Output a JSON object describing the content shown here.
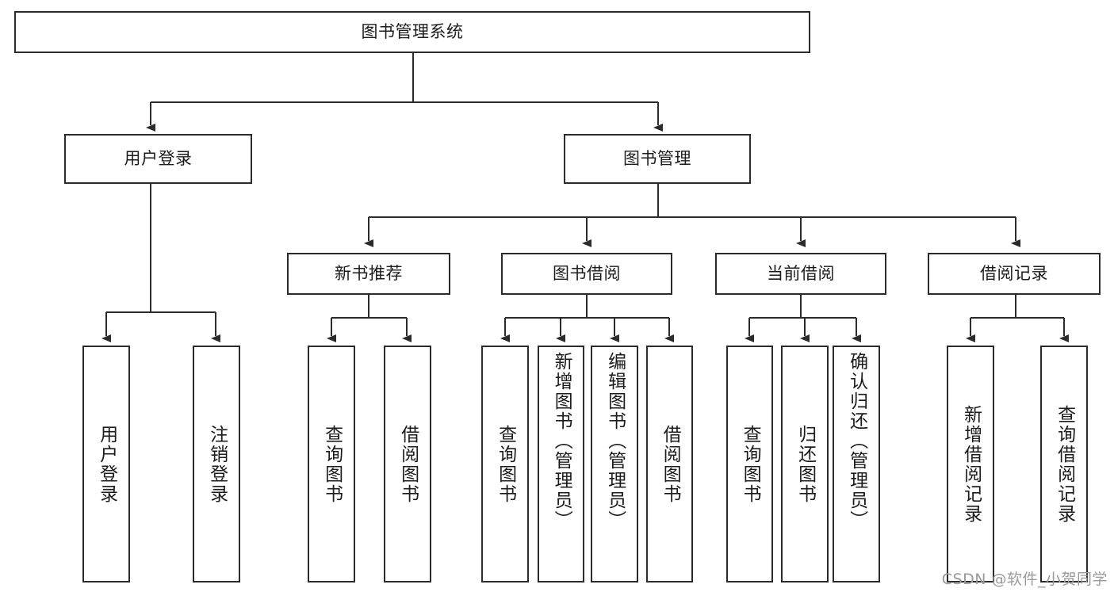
{
  "diagram": {
    "title": "图书管理系统",
    "type": "tree-hierarchy",
    "root": {
      "id": "root",
      "label": "图书管理系统"
    },
    "level2": [
      {
        "id": "user-login",
        "label": "用户登录"
      },
      {
        "id": "book-management",
        "label": "图书管理"
      }
    ],
    "level3": [
      {
        "id": "new-book-recommend",
        "label": "新书推荐",
        "parent": "book-management"
      },
      {
        "id": "book-borrow",
        "label": "图书借阅",
        "parent": "book-management"
      },
      {
        "id": "current-borrow",
        "label": "当前借阅",
        "parent": "book-management"
      },
      {
        "id": "borrow-record",
        "label": "借阅记录",
        "parent": "book-management"
      }
    ],
    "leaves": [
      {
        "id": "leaf-user-login",
        "label": "用户登录",
        "parent": "user-login"
      },
      {
        "id": "leaf-user-logout",
        "label": "注销登录",
        "parent": "user-login"
      },
      {
        "id": "leaf-query-book-1",
        "label": "查询图书",
        "parent": "new-book-recommend"
      },
      {
        "id": "leaf-borrow-book-1",
        "label": "借阅图书",
        "parent": "new-book-recommend"
      },
      {
        "id": "leaf-query-book-2",
        "label": "查询图书",
        "parent": "book-borrow"
      },
      {
        "id": "leaf-add-book",
        "label": "新增图书（管理员）",
        "parent": "book-borrow"
      },
      {
        "id": "leaf-edit-book",
        "label": "编辑图书（管理员）",
        "parent": "book-borrow"
      },
      {
        "id": "leaf-borrow-book-2",
        "label": "借阅图书",
        "parent": "book-borrow"
      },
      {
        "id": "leaf-query-book-3",
        "label": "查询图书",
        "parent": "current-borrow"
      },
      {
        "id": "leaf-return-book",
        "label": "归还图书",
        "parent": "current-borrow"
      },
      {
        "id": "leaf-confirm-return",
        "label": "确认归还（管理员）",
        "parent": "current-borrow"
      },
      {
        "id": "leaf-add-record",
        "label": "新增借阅记录",
        "parent": "borrow-record"
      },
      {
        "id": "leaf-query-record",
        "label": "查询借阅记录",
        "parent": "borrow-record"
      }
    ],
    "colors": {
      "stroke": "#2b2b2b",
      "fill": "#ffffff",
      "text": "#1c1c1c",
      "watermark": "#9a9a9a"
    }
  },
  "watermark": {
    "text": "CSDN @软件_小贺同学"
  }
}
